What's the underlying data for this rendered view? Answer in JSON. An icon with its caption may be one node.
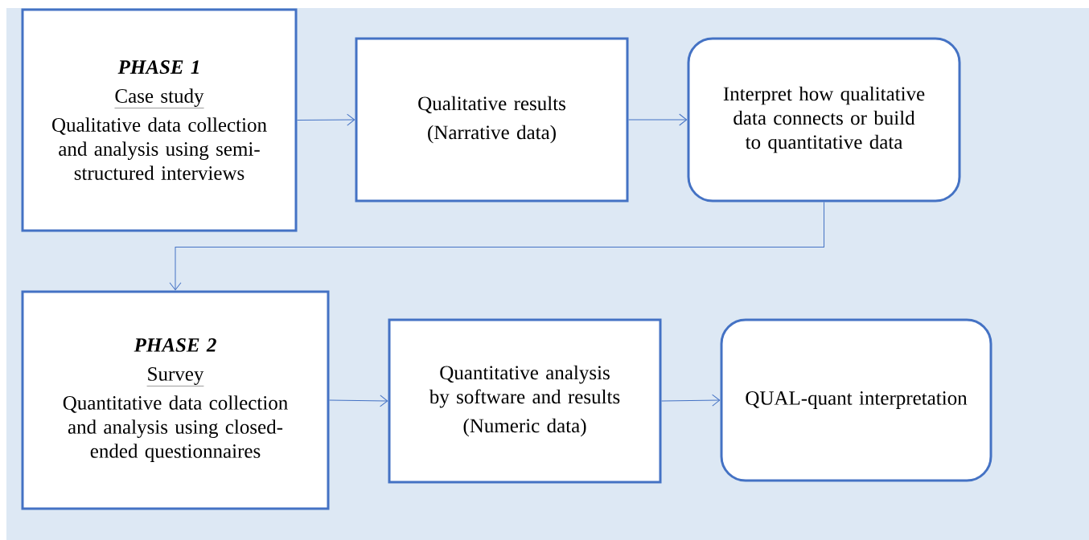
{
  "diagram": {
    "nodes": [
      {
        "text": [
          "PHASE 1",
          "Case study",
          "Qualitative data collection and analysis using semi-structured interviews"
        ]
      },
      {
        "text": [
          "Qualitative results",
          "(Narrative data)"
        ]
      },
      {
        "text": [
          "Interpret how qualitative data connects or build to quantitative data"
        ]
      },
      {
        "text": [
          "PHASE 2",
          "Survey",
          "Quantitative data collection and analysis using closed-ended questionnaires"
        ]
      },
      {
        "text": [
          "Quantitative analysis by software and results",
          "(Numeric data)"
        ]
      },
      {
        "text": [
          "QUAL-quant interpretation"
        ]
      }
    ],
    "edges": [
      {
        "from": 0,
        "to": 1,
        "arrow": "to"
      },
      {
        "from": 1,
        "to": 2,
        "arrow": "to"
      },
      {
        "from": 2,
        "to": 3,
        "arrow": "to"
      },
      {
        "from": 3,
        "to": 4,
        "arrow": "to"
      },
      {
        "from": 4,
        "to": 5,
        "arrow": "to"
      }
    ]
  }
}
